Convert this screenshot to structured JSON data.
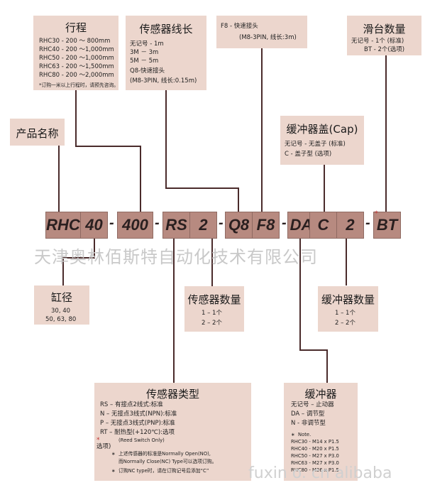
{
  "stroke": {
    "title": "行程",
    "lines": [
      "RHC30 - 200 ～ 800mm",
      "RHC40 - 200 ～1,000mm",
      "RHC50 - 200 ～1,000mm",
      "RHC63 - 200 ～1,500mm",
      "RHC80 - 200 ～2,000mm"
    ],
    "note": "*订购一米以上行程时，请预先咨询。"
  },
  "sensor_wire": {
    "title": "传感器线长",
    "lines": [
      "无记号 - 1m",
      "3M － 3m",
      "5M － 5m",
      "Q8-快速接头",
      "(M8-3PIN, 线长:0.15m)"
    ]
  },
  "f8": {
    "line1": "F8 -  快速接头",
    "line2": "(M8-3PIN, 线长:3m)"
  },
  "slide": {
    "title": "滑台数量",
    "lines": [
      "无记号 - 1个 (标准)",
      "BT - 2个(选项)"
    ]
  },
  "product": {
    "title": "产品名称"
  },
  "cap": {
    "title": "缓冲器盖(Cap)",
    "lines": [
      "无记号 - 无盖子 (标准)",
      "C - 盖子型 (选项)"
    ]
  },
  "code": {
    "segments": [
      "RHC",
      "40",
      "400",
      "RS",
      "2",
      "Q8",
      "F8",
      "DA",
      "C",
      "2",
      "BT"
    ],
    "dash": "-",
    "star": "*"
  },
  "watermark": "天津奥林佰斯特自动化技术有限公司",
  "watermark2": "fuxin   o. cn  alibaba",
  "bore": {
    "title": "缸径",
    "lines": [
      "30, 40",
      "50, 63, 80"
    ]
  },
  "sensor_qty": {
    "title": "传感器数量",
    "lines": [
      "1 – 1个",
      "2 – 2个"
    ]
  },
  "shock_qty": {
    "title": "缓冲器数量",
    "lines": [
      "1 – 1个",
      "2 – 2个"
    ]
  },
  "sensor_type": {
    "title": "传感器类型",
    "lines": [
      "RS – 有接点2线式:标准",
      "N – 无接点3线式(NPN):标准",
      "P – 无接点3线式(PNP):标准",
      "RT – 耐热型(+120℃):选项"
    ],
    "reed": "(Reed Switch Only)",
    "option": "选项)",
    "notes": [
      "上述传感器的标准是Normally Open(NO),",
      "而Normally Close(NC) Type可以选项订购。",
      "订购NC type时，请在订购记号后添加“C”"
    ]
  },
  "shock": {
    "title": "缓冲器",
    "lines": [
      "无记号 – 止动器",
      "DA – 调节型",
      "N - 非调节型"
    ],
    "note_title": "Note.",
    "notes": [
      "RHC30 - M14 x P1.5",
      "RHC40 - M20 x P1.5",
      "RHC50 - M27 x P3.0",
      "RHC63 - M27 x P3.0",
      "RHC80 - M36 x P1.5"
    ]
  }
}
